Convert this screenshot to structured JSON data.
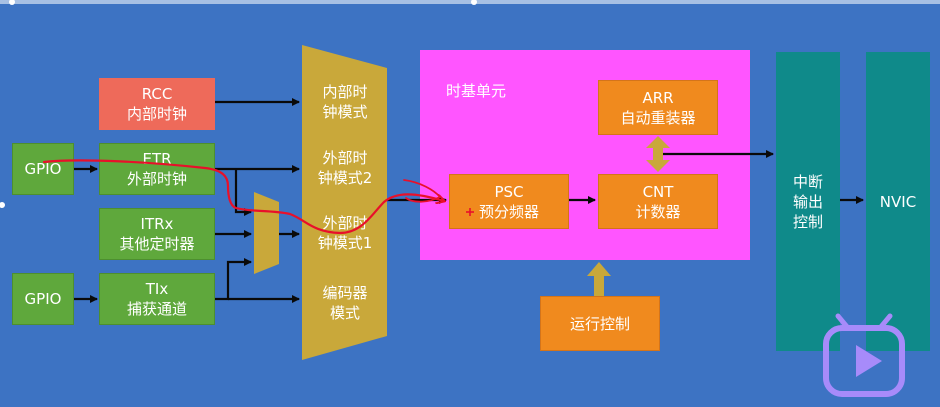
{
  "colors": {
    "background": "#3d73c3",
    "green": "#5fa83c",
    "orange": "#f08a1e",
    "rcc_red": "#ee6a5a",
    "mux_gold": "#c9a83a",
    "timebase_magenta": "#ff55ff",
    "teal": "#0f8a8a",
    "arrow": "#0a0a0a",
    "annotation_red": "#e8102a",
    "logo_purple": "#a78bfa"
  },
  "nodes": {
    "gpio1": "GPIO",
    "gpio2": "GPIO",
    "rcc": [
      "RCC",
      "内部时钟"
    ],
    "etr": [
      "ETR",
      "外部时钟"
    ],
    "itrx": [
      "ITRx",
      "其他定时器"
    ],
    "tix": [
      "TIx",
      "捕获通道"
    ],
    "mode_internal": [
      "内部时",
      "钟模式"
    ],
    "mode_ext2": [
      "外部时",
      "钟模式2"
    ],
    "mode_ext1": [
      "外部时",
      "钟模式1"
    ],
    "mode_encoder": [
      "编码器",
      "模式"
    ],
    "timebase_title": "时基单元",
    "psc": [
      "PSC",
      "预分频器"
    ],
    "arr": [
      "ARR",
      "自动重装器"
    ],
    "cnt": [
      "CNT",
      "计数器"
    ],
    "run_control": "运行控制",
    "interrupt": [
      "中断",
      "输出",
      "控制"
    ],
    "nvic": "NVIC"
  },
  "icons": {
    "logo": "bilibili-tv-logo-icon",
    "cursor": "crosshair-cursor-icon"
  }
}
